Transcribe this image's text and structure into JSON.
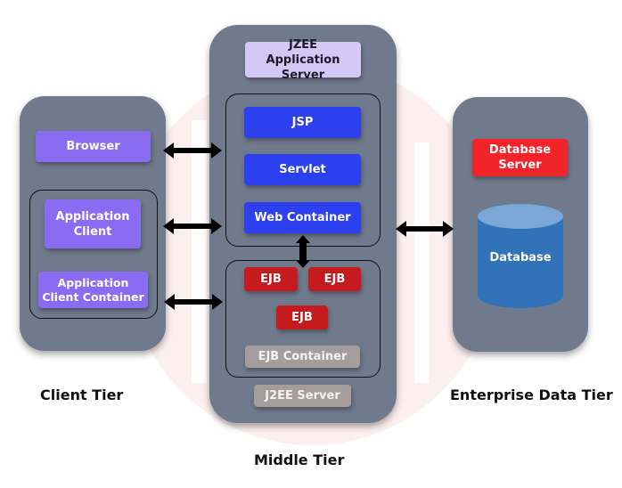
{
  "diagram": {
    "client_tier": {
      "label": "Client Tier",
      "browser": "Browser",
      "application_client": "Application Client",
      "application_client_container": "Application Client Container"
    },
    "middle_tier": {
      "label": "Middle Tier",
      "app_server_title": "JZEE Application Server",
      "web": {
        "jsp": "JSP",
        "servlet": "Servlet",
        "web_container": "Web Container"
      },
      "ejb": {
        "items": [
          "EJB",
          "EJB",
          "EJB"
        ],
        "ejb_container": "EJB Container"
      },
      "j2ee_server": "J2EE Server"
    },
    "enterprise_data_tier": {
      "label": "Enterprise Data Tier",
      "database_server": "Database Server",
      "database": "Database"
    },
    "colors": {
      "panel": "#6f7a8c",
      "client_box": "#8a6cf2",
      "web_box": "#2c40f0",
      "ejb_box": "#c51a1e",
      "db_server": "#f3232a",
      "database": "#3172b8",
      "container_label": "#a59d9c"
    }
  }
}
